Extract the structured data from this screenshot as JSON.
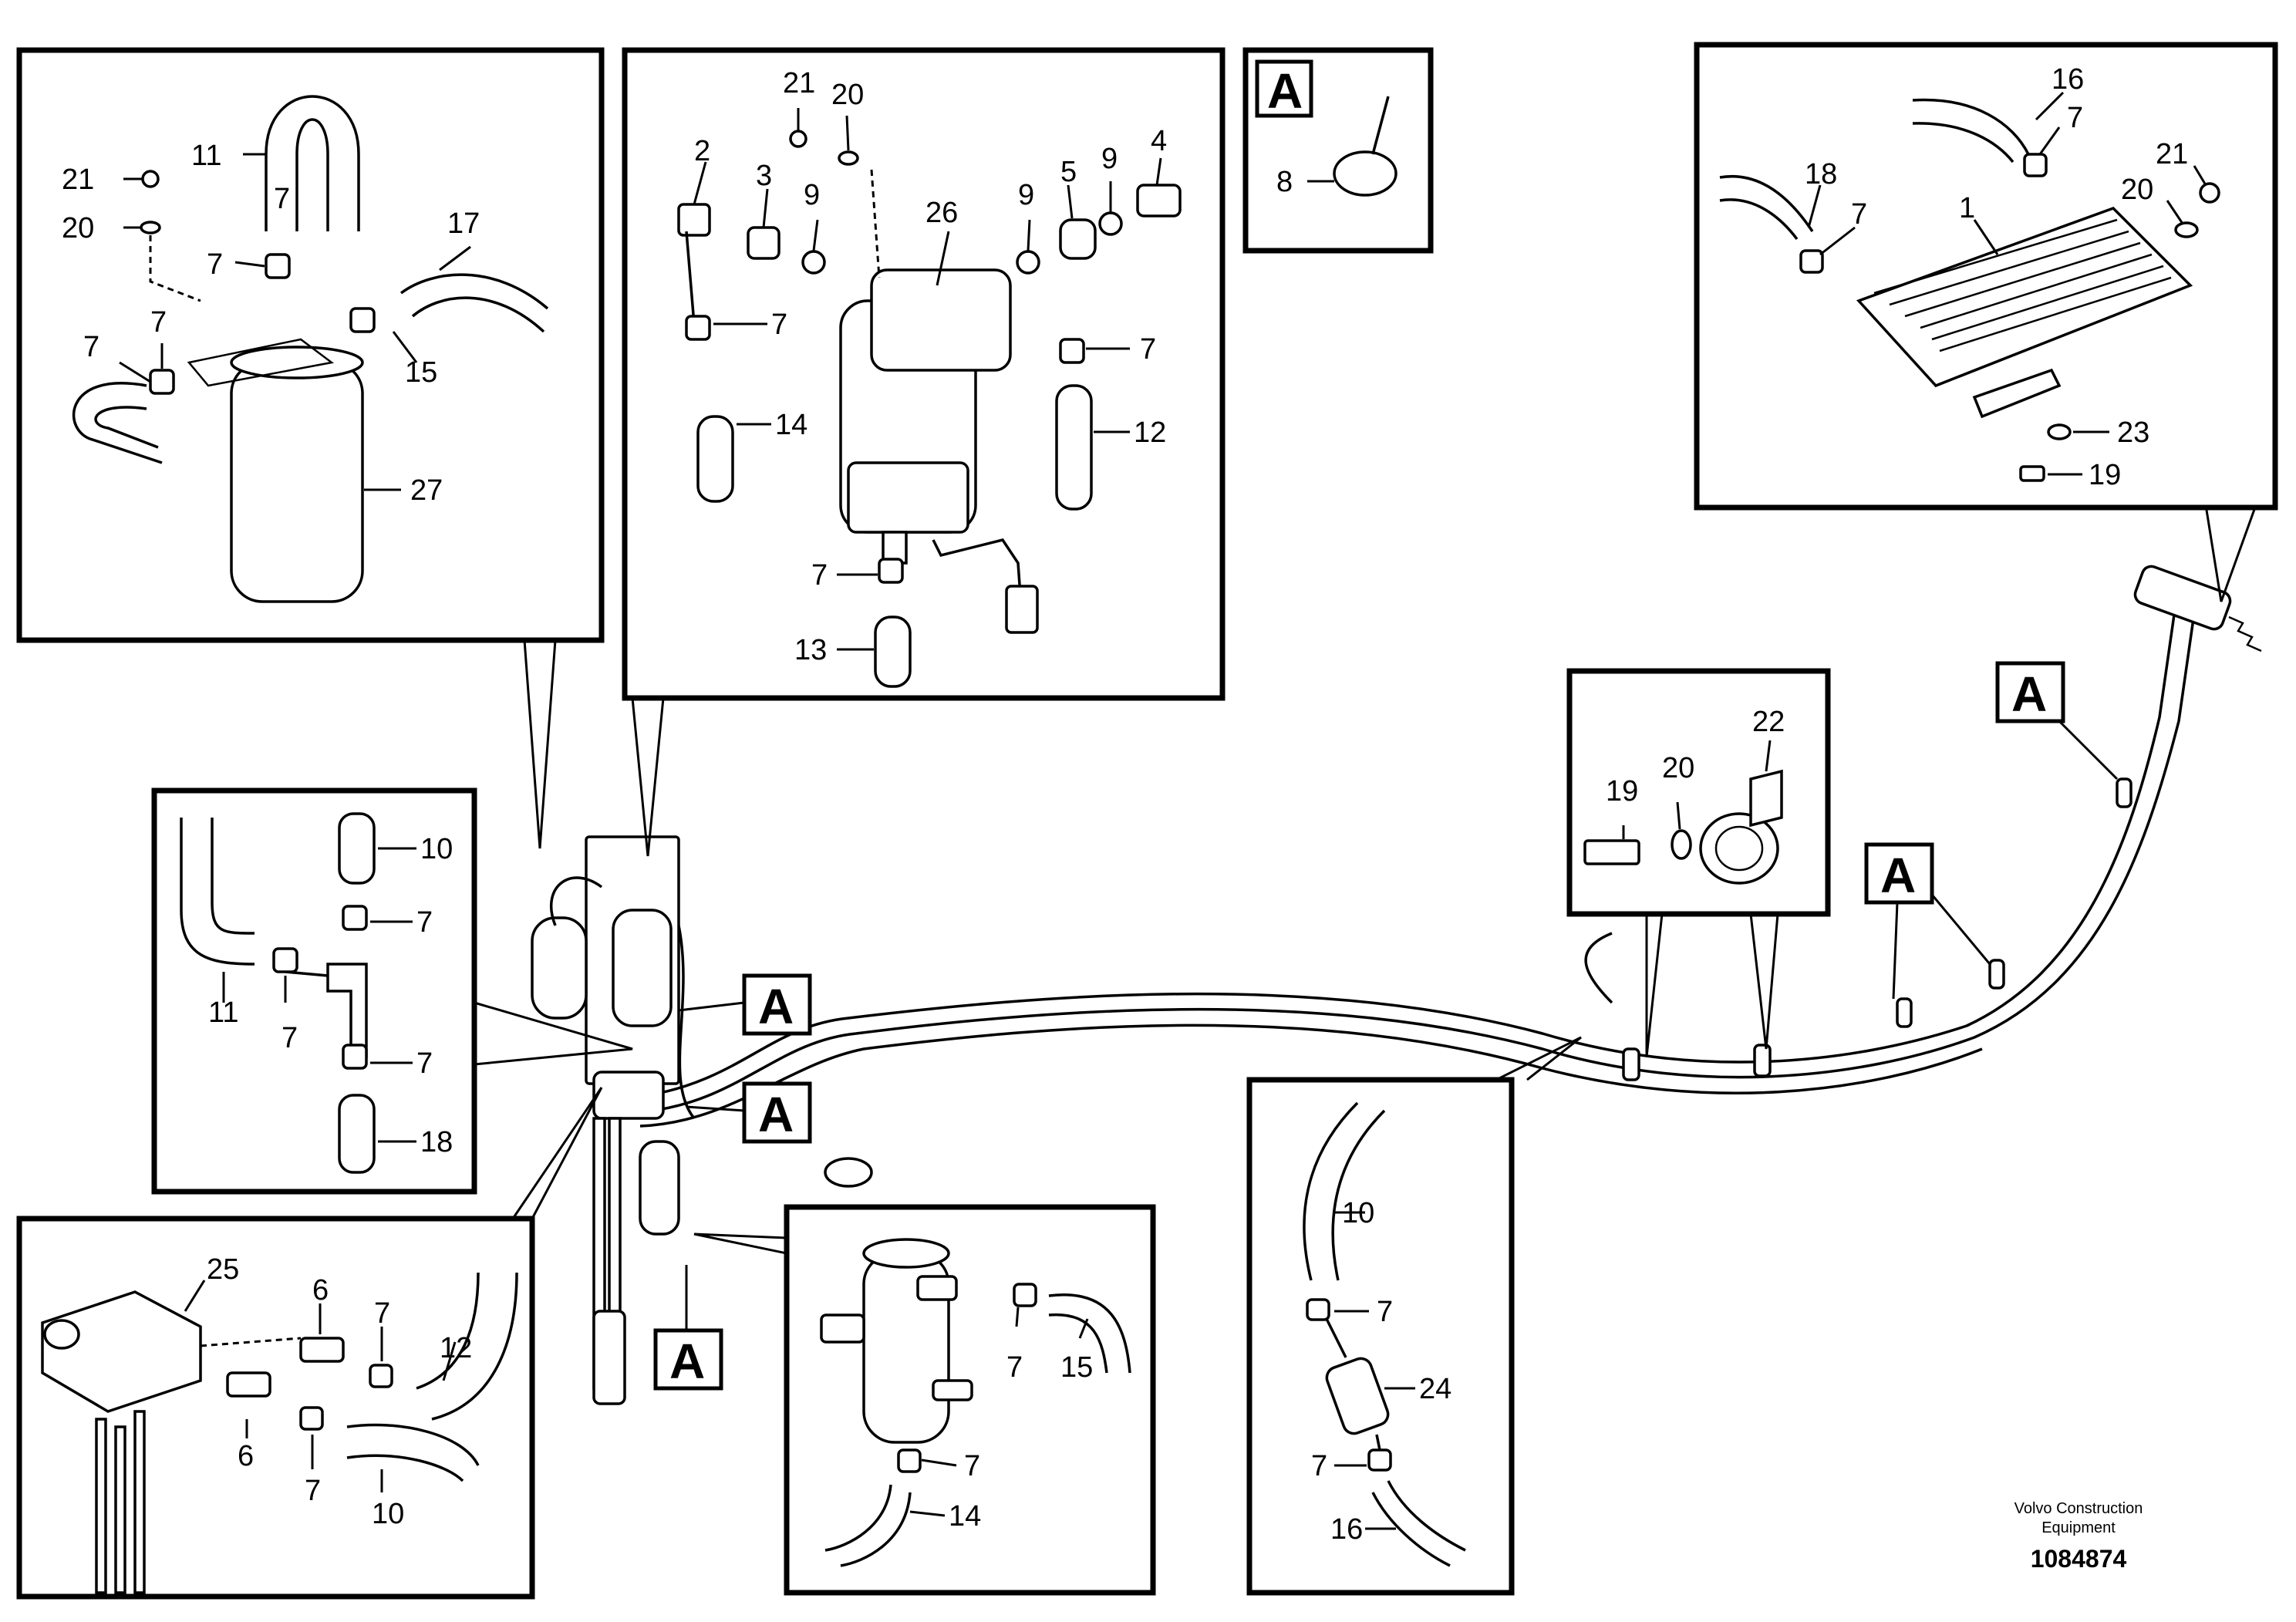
{
  "figure": {
    "brand_line1": "Volvo Construction",
    "brand_line2": "Equipment",
    "document_number": "1084874"
  },
  "detail_labels": {
    "A": "A"
  },
  "callouts": {
    "d1": [
      "21",
      "20",
      "11",
      "17",
      "7",
      "7",
      "15",
      "7",
      "7",
      "27"
    ],
    "d2": [
      "21",
      "20",
      "2",
      "3",
      "9",
      "26",
      "9",
      "5",
      "9",
      "4",
      "7",
      "7",
      "14",
      "12",
      "7",
      "13"
    ],
    "d3": [
      "8"
    ],
    "d4": [
      "16",
      "7",
      "18",
      "7",
      "1",
      "21",
      "20",
      "23",
      "19"
    ],
    "d5": [
      "10",
      "7",
      "11",
      "7",
      "7",
      "18"
    ],
    "d6": [
      "19",
      "20",
      "22"
    ],
    "d7": [
      "25",
      "6",
      "7",
      "12",
      "6",
      "7",
      "10"
    ],
    "d8": [
      "7",
      "15",
      "7",
      "14"
    ],
    "d9": [
      "10",
      "7",
      "24",
      "7",
      "16"
    ]
  }
}
